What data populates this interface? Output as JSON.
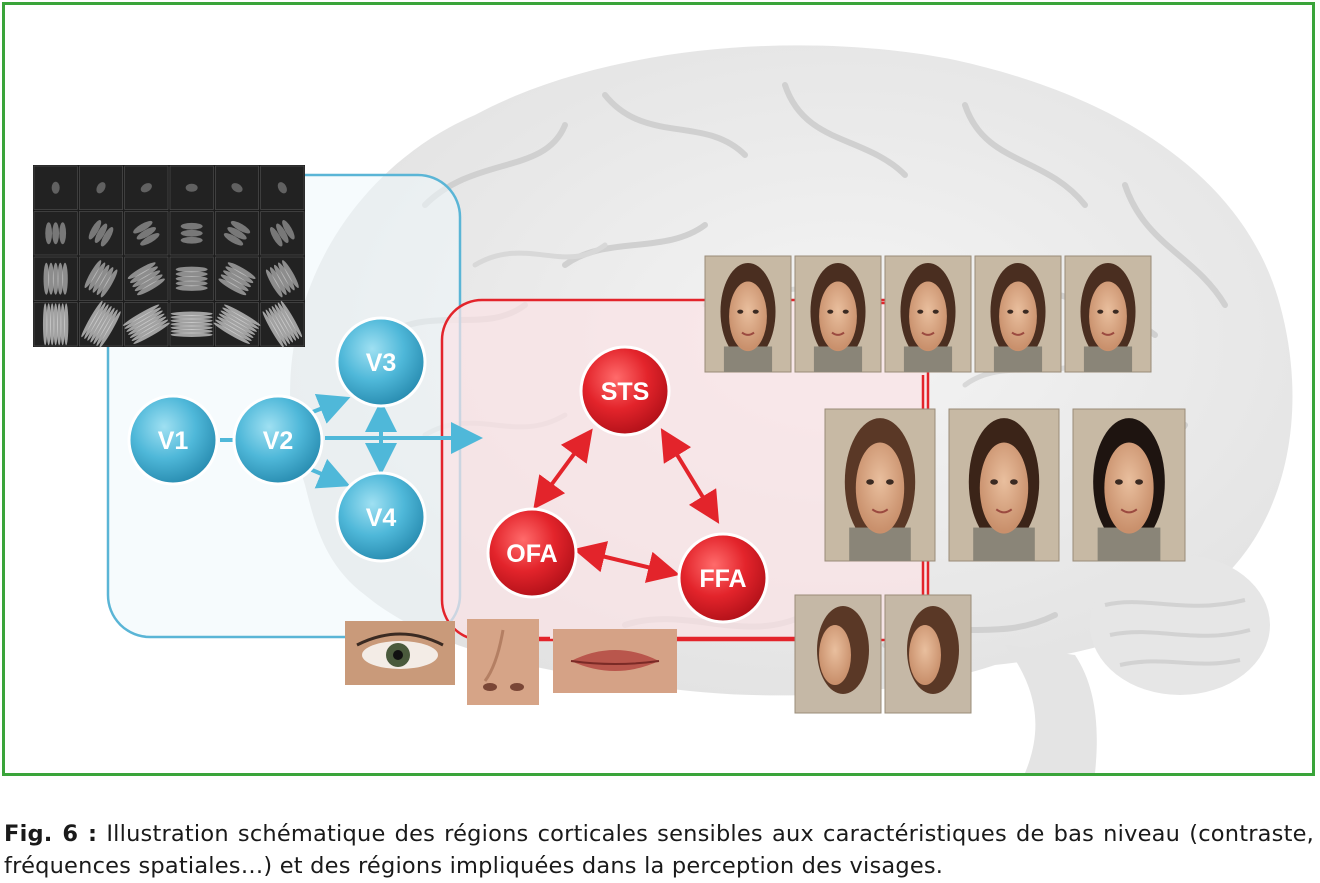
{
  "nodes": {
    "v1": "V1",
    "v2": "V2",
    "v3": "V3",
    "v4": "V4",
    "sts": "STS",
    "ofa": "OFA",
    "ffa": "FFA"
  },
  "colors": {
    "frame_border": "#3aa43a",
    "low_level_blue": "#4fb8d9",
    "face_red": "#e3242b",
    "face_region_fill": "#fbe3e6"
  },
  "caption": {
    "label": "Fig. 6 :",
    "text": " Illustration schématique des régions corticales sensibles aux caractéristiques de bas niveau (contraste, fréquences spatiales…) et des régions impliquées dans la perception des visages."
  }
}
